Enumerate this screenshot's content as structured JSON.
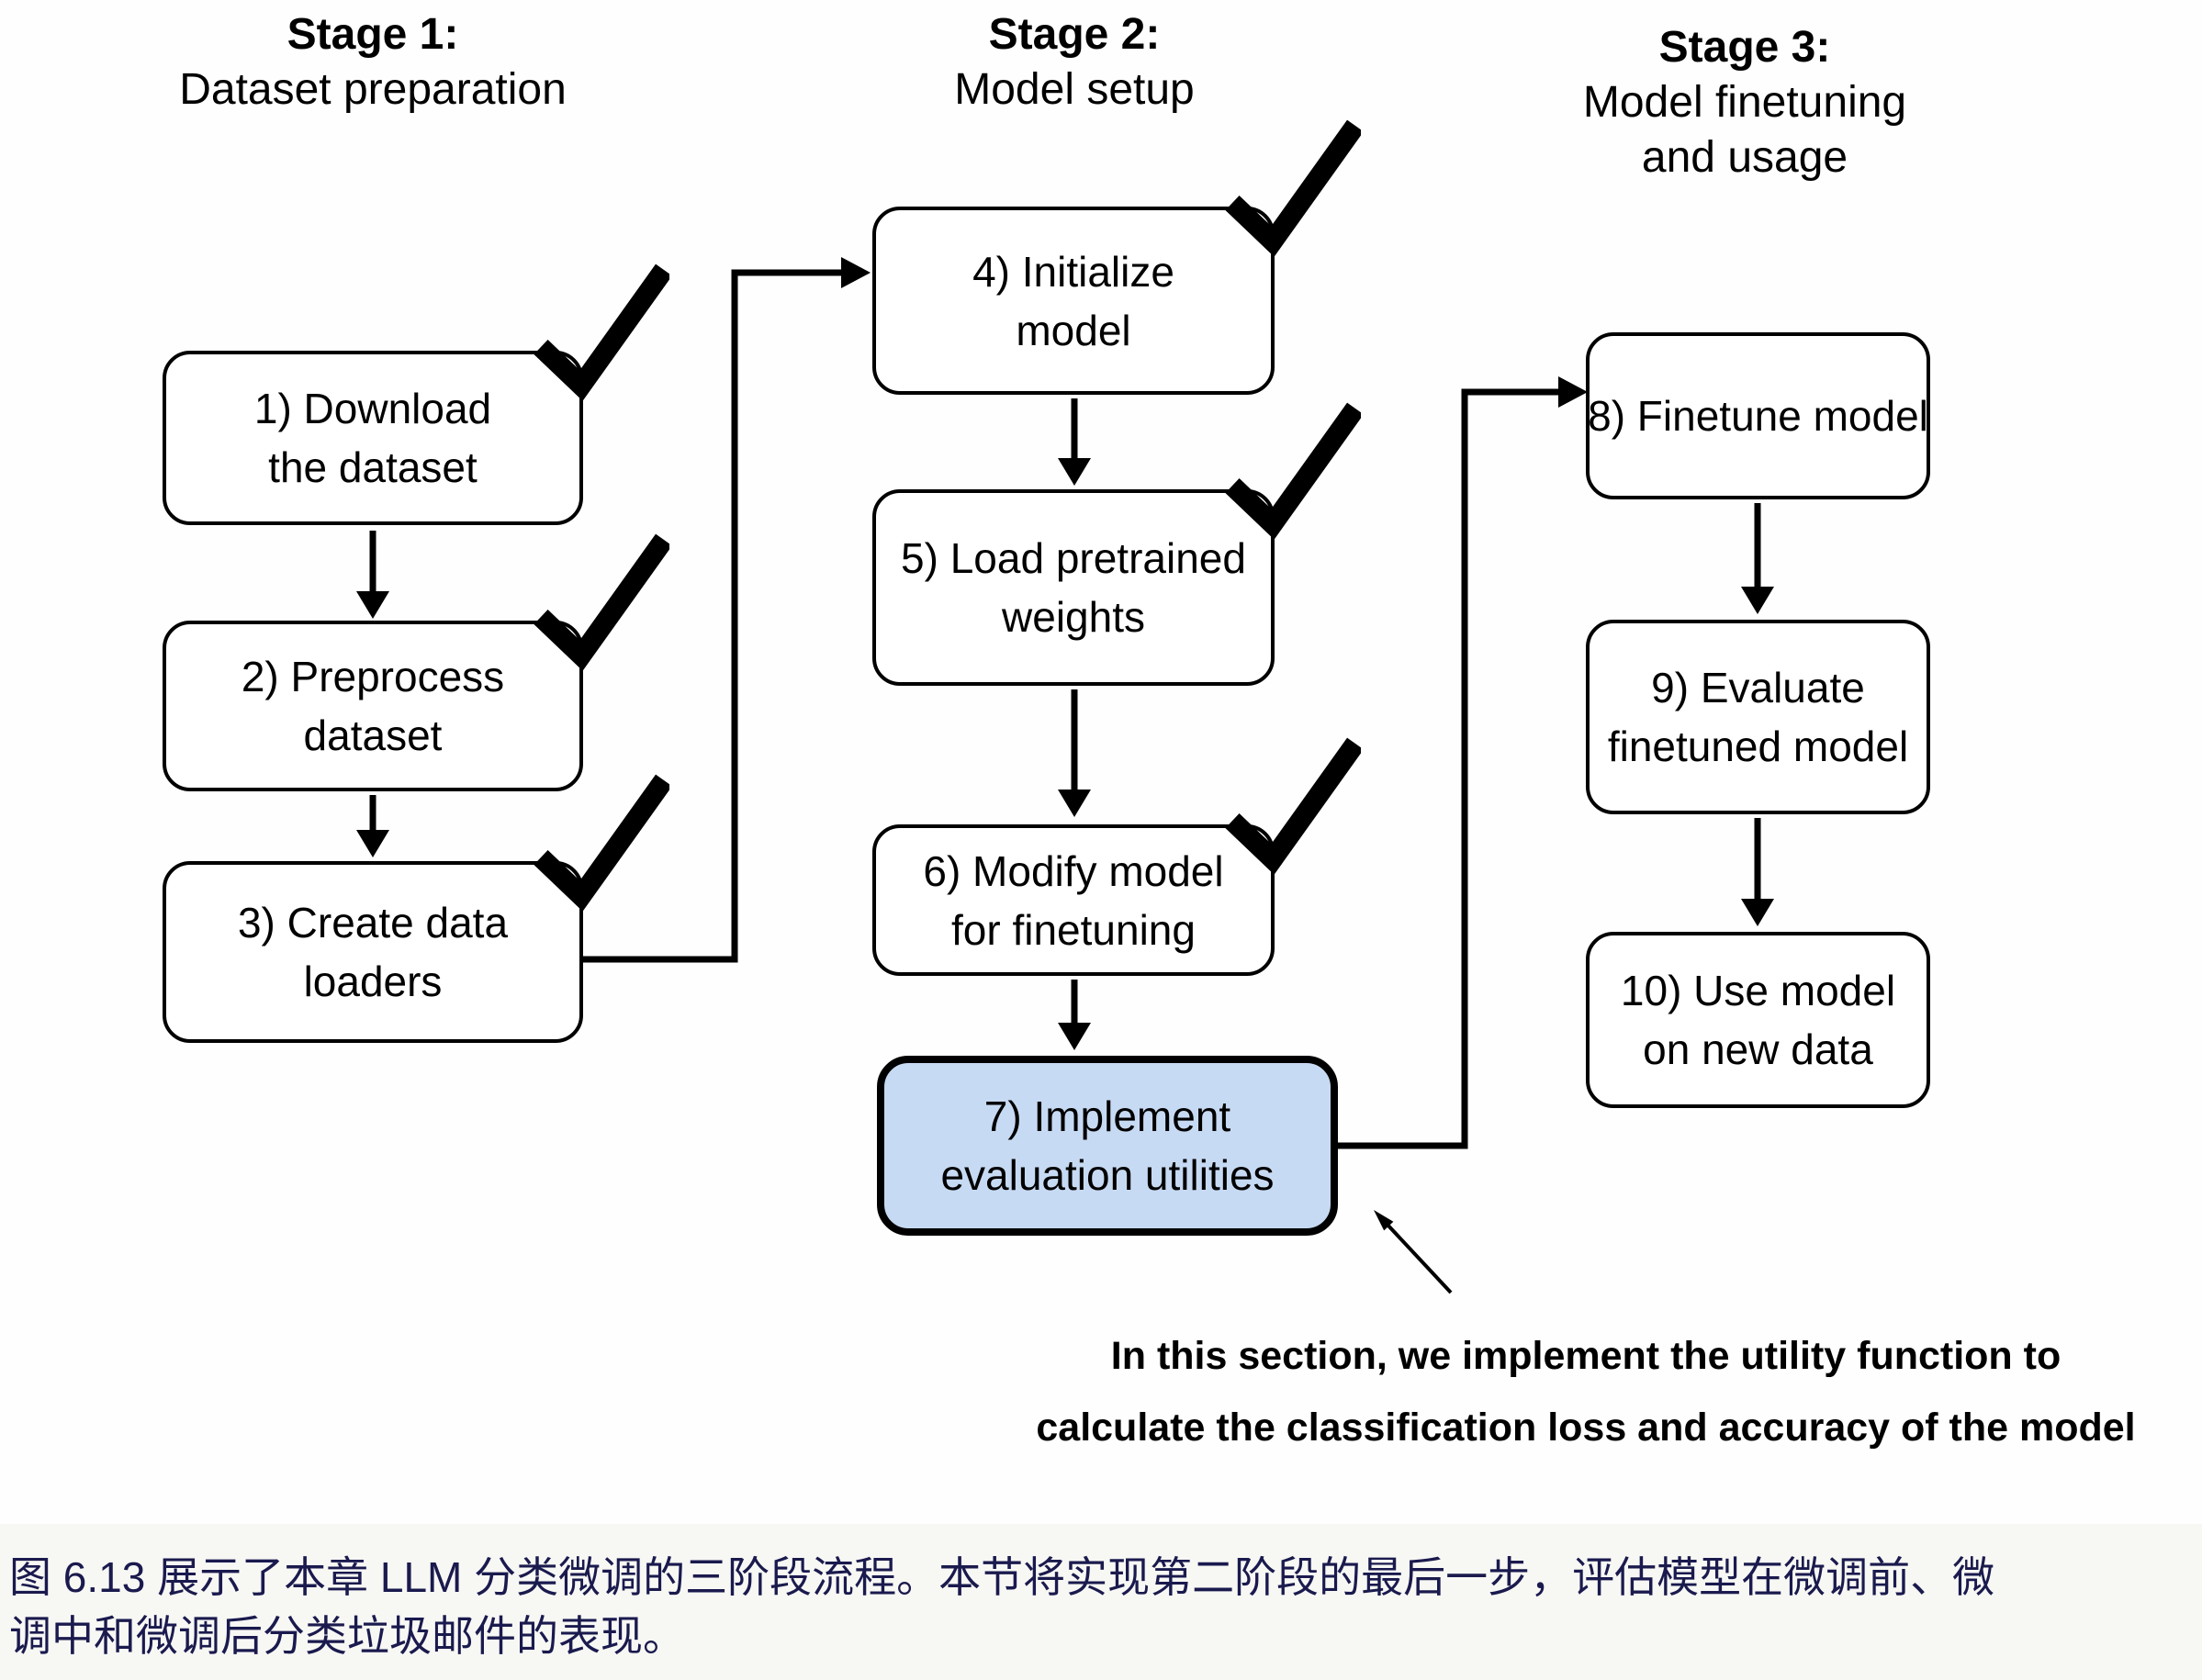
{
  "figure": {
    "stages": [
      {
        "title": "Stage 1:",
        "lines": [
          "Dataset preparation",
          ""
        ]
      },
      {
        "title": "Stage 2:",
        "lines": [
          "Model setup",
          ""
        ]
      },
      {
        "title": "Stage 3:",
        "lines": [
          "Model finetuning",
          "and usage"
        ]
      }
    ],
    "boxes": [
      {
        "lines": [
          "1) Download",
          "the dataset"
        ],
        "checked": true
      },
      {
        "lines": [
          "2) Preprocess",
          "dataset"
        ],
        "checked": true
      },
      {
        "lines": [
          "3) Create data",
          "loaders"
        ],
        "checked": true
      },
      {
        "lines": [
          "4) Initialize",
          "model"
        ],
        "checked": true
      },
      {
        "lines": [
          "5) Load pretrained",
          "weights"
        ],
        "checked": true
      },
      {
        "lines": [
          "6) Modify model",
          "for finetuning"
        ],
        "checked": true
      },
      {
        "lines": [
          "7) Implement",
          "evaluation utilities"
        ],
        "checked": false,
        "highlighted": true
      },
      {
        "lines": [
          "8) Finetune model",
          ""
        ],
        "checked": false
      },
      {
        "lines": [
          "9) Evaluate",
          "finetuned model"
        ],
        "checked": false
      },
      {
        "lines": [
          "10) Use model",
          "on new data"
        ],
        "checked": false
      }
    ],
    "annotation": {
      "lines": [
        "In this section, we implement the utility function to",
        "calculate the classification loss and accuracy of the model"
      ]
    }
  },
  "caption": {
    "lines": [
      "图 6.13 展示了本章 LLM 分类微调的三阶段流程。本节将实现第二阶段的最后一步，评估模型在微调前、微",
      "调中和微调后分类垃圾邮件的表现。"
    ]
  },
  "colors": {
    "highlight_fill": "#c7daf3",
    "caption_text": "#1a1a4e",
    "ink": "#000000"
  }
}
